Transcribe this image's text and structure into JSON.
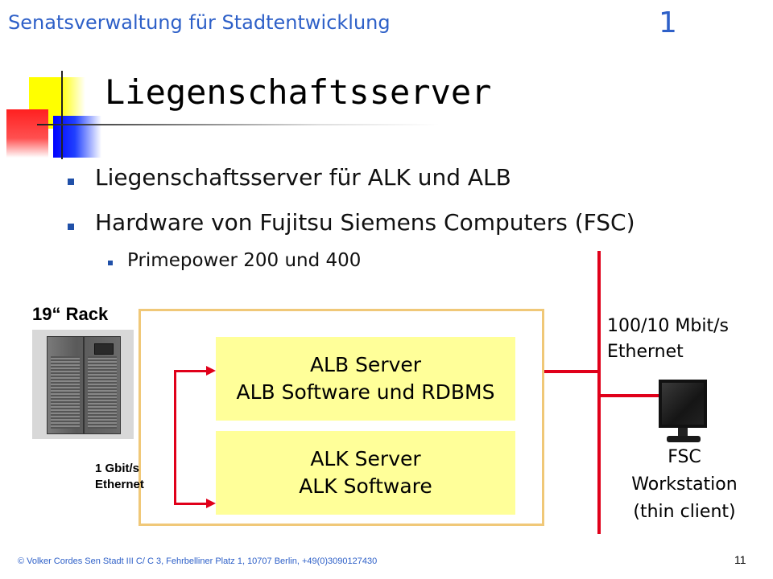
{
  "header": {
    "organization": "Senatsverwaltung für Stadtentwicklung",
    "top_number": "1"
  },
  "slide": {
    "title": "Liegenschaftsserver",
    "bullets": [
      "Liegenschaftsserver für ALK und ALB",
      "Hardware von Fujitsu Siemens Computers (FSC)"
    ],
    "sub_bullets": [
      "Primepower 200 und 400"
    ]
  },
  "diagram": {
    "rack_label": "19“ Rack",
    "alb_server": {
      "line1": "ALB Server",
      "line2": "ALB Software und RDBMS"
    },
    "alk_server": {
      "line1": "ALK Server",
      "line2": "ALK Software"
    },
    "internal_link": {
      "line1": "1 Gbit/s",
      "line2": "Ethernet"
    },
    "network_link": {
      "line1": "100/10 Mbit/s",
      "line2": "Ethernet"
    },
    "workstation": {
      "line1": "FSC",
      "line2": "Workstation",
      "line3": "(thin client)"
    },
    "icons": [
      "server-icon",
      "monitor-icon"
    ],
    "colors": {
      "title_blue": "#2e60c8",
      "server_box": "#ffff99",
      "frame": "#f0c878",
      "network_red": "#e0001a"
    }
  },
  "footer": {
    "copyright": "© Volker Cordes Sen Stadt III C/ C 3, Fehrbelliner Platz 1, 10707 Berlin, +49(0)3090127430",
    "page_number": "11"
  }
}
